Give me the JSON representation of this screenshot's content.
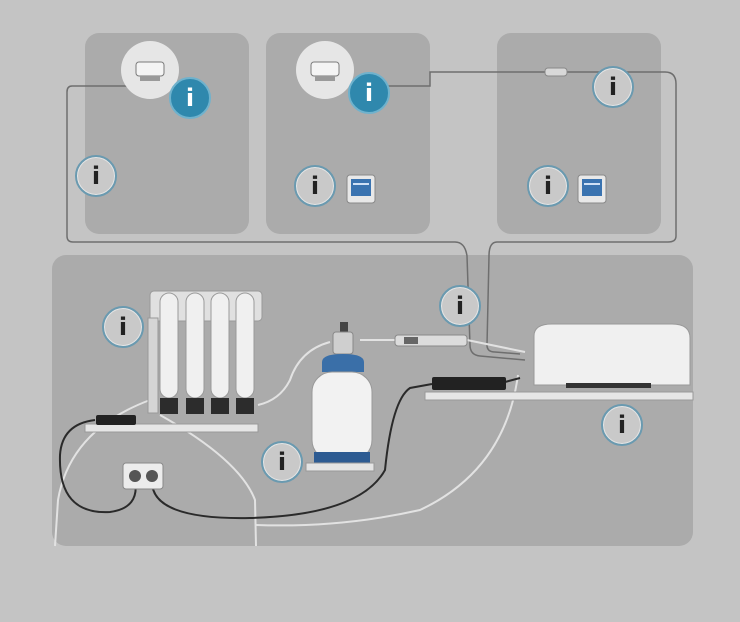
{
  "hotspots": [
    {
      "id": "faucet-kitchen",
      "label": "i",
      "style": "blue"
    },
    {
      "id": "faucet-bath",
      "label": "i",
      "style": "blue"
    },
    {
      "id": "leak-sensor",
      "label": "i",
      "style": "grey"
    },
    {
      "id": "tubing-left",
      "label": "i",
      "style": "grey"
    },
    {
      "id": "display-1",
      "label": "i",
      "style": "grey"
    },
    {
      "id": "display-2",
      "label": "i",
      "style": "grey"
    },
    {
      "id": "filter-unit",
      "label": "i",
      "style": "grey"
    },
    {
      "id": "uv-lamp",
      "label": "i",
      "style": "grey"
    },
    {
      "id": "storage-tank",
      "label": "i",
      "style": "grey"
    },
    {
      "id": "control-box",
      "label": "i",
      "style": "grey"
    }
  ],
  "colors": {
    "background": "#c4c4c4",
    "panel": "#ababab",
    "accent": "#2f88ad",
    "tank_cap": "#3a6fa8"
  },
  "icons": [
    "faucet-icon",
    "display-icon",
    "filter-icon",
    "uv-lamp-icon",
    "tank-icon",
    "controller-icon",
    "power-outlet-icon",
    "power-adapter-icon"
  ]
}
